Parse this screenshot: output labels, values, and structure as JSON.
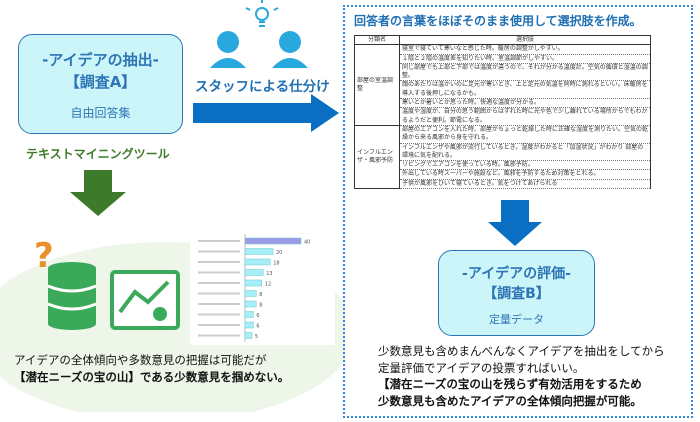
{
  "left": {
    "box_title": "-アイデアの抽出-",
    "box_survey": "【調査A】",
    "box_sub": "自由回答集",
    "tool_label": "テキストマイニングツール",
    "question_mark": "?",
    "desc_line1": "アイデアの全体傾向や多数意見の把握は可能だが",
    "desc_line2": "【潜在ニーズの宝の山】である少数意見を掴めない。"
  },
  "staff": {
    "label": "スタッフによる仕分け"
  },
  "right": {
    "title": "回答者の言葉をほぼそのまま使用して選択肢を作成。",
    "table": {
      "headers": [
        "分類名",
        "選択肢"
      ],
      "groups": [
        {
          "category": "部屋の室温調整",
          "options": [
            "寝室で寝ていて寒いなと感じた時。暖房の調整がしやすい。",
            "１階と２階の温度差を知りたい時。室温調節がしやすい。",
            "同じ部屋でも上部と下部では温度が違うので、それが分かる温度計。空気の循環と湿温の調整。",
            "顔のあたりは温かいのに足元が寒いとき、上と足元の気温を同時に測れるといい。床暖房を導入する後押しになるかも。",
            "寒いとか暑いとか思った時。快適な温度が分かる。",
            "温度や湿度が、自分の思う範囲からはずれた時に光や色で少し離れている場所からでもわかるようだと便利。節電になる。"
          ]
        },
        {
          "category": "インフルエンザ・風邪予防",
          "options": [
            "部屋のエアコンを入れた時、部屋がちょっと乾燥した時に正確な湿度を測りたい。空気の乾燥から来る風邪から身を守れる。",
            "インフルエンザや風邪が流行しているとき。湿度がわかると「加湿状況」がわかり 部屋の環境に気を配れる。",
            "リビングでエアコンを使っている時。風邪予防。",
            "外出している時スーパーや施設など。風邪を予防するため対策をとれる。",
            "子供が風邪をひいて寝ているとき。気をつけてあげられる"
          ]
        }
      ]
    },
    "box_title": "-アイデアの評価-",
    "box_survey": "【調査B】",
    "box_sub": "定量データ",
    "desc_line1": "少数意見も含めまんべんなくアイデアを抽出をしてから",
    "desc_line2": "定量評価でアイデアの投票すればいい。",
    "desc_line3": "【潜在ニーズの宝の山を残らず有効活用をするため",
    "desc_line4": "少数意見も含めたアイデアの全体傾向把握が可能。"
  },
  "chart_data": {
    "type": "bar",
    "orientation": "horizontal",
    "values": [
      40,
      20,
      18,
      13,
      12,
      8,
      8,
      6,
      6,
      5
    ],
    "xlim": [
      0,
      50
    ]
  },
  "colors": {
    "accent_blue": "#1f6fb4",
    "arrow_blue": "#0a6fc2",
    "green": "#3d7a2a",
    "box_fill": "#ccf5fa"
  }
}
